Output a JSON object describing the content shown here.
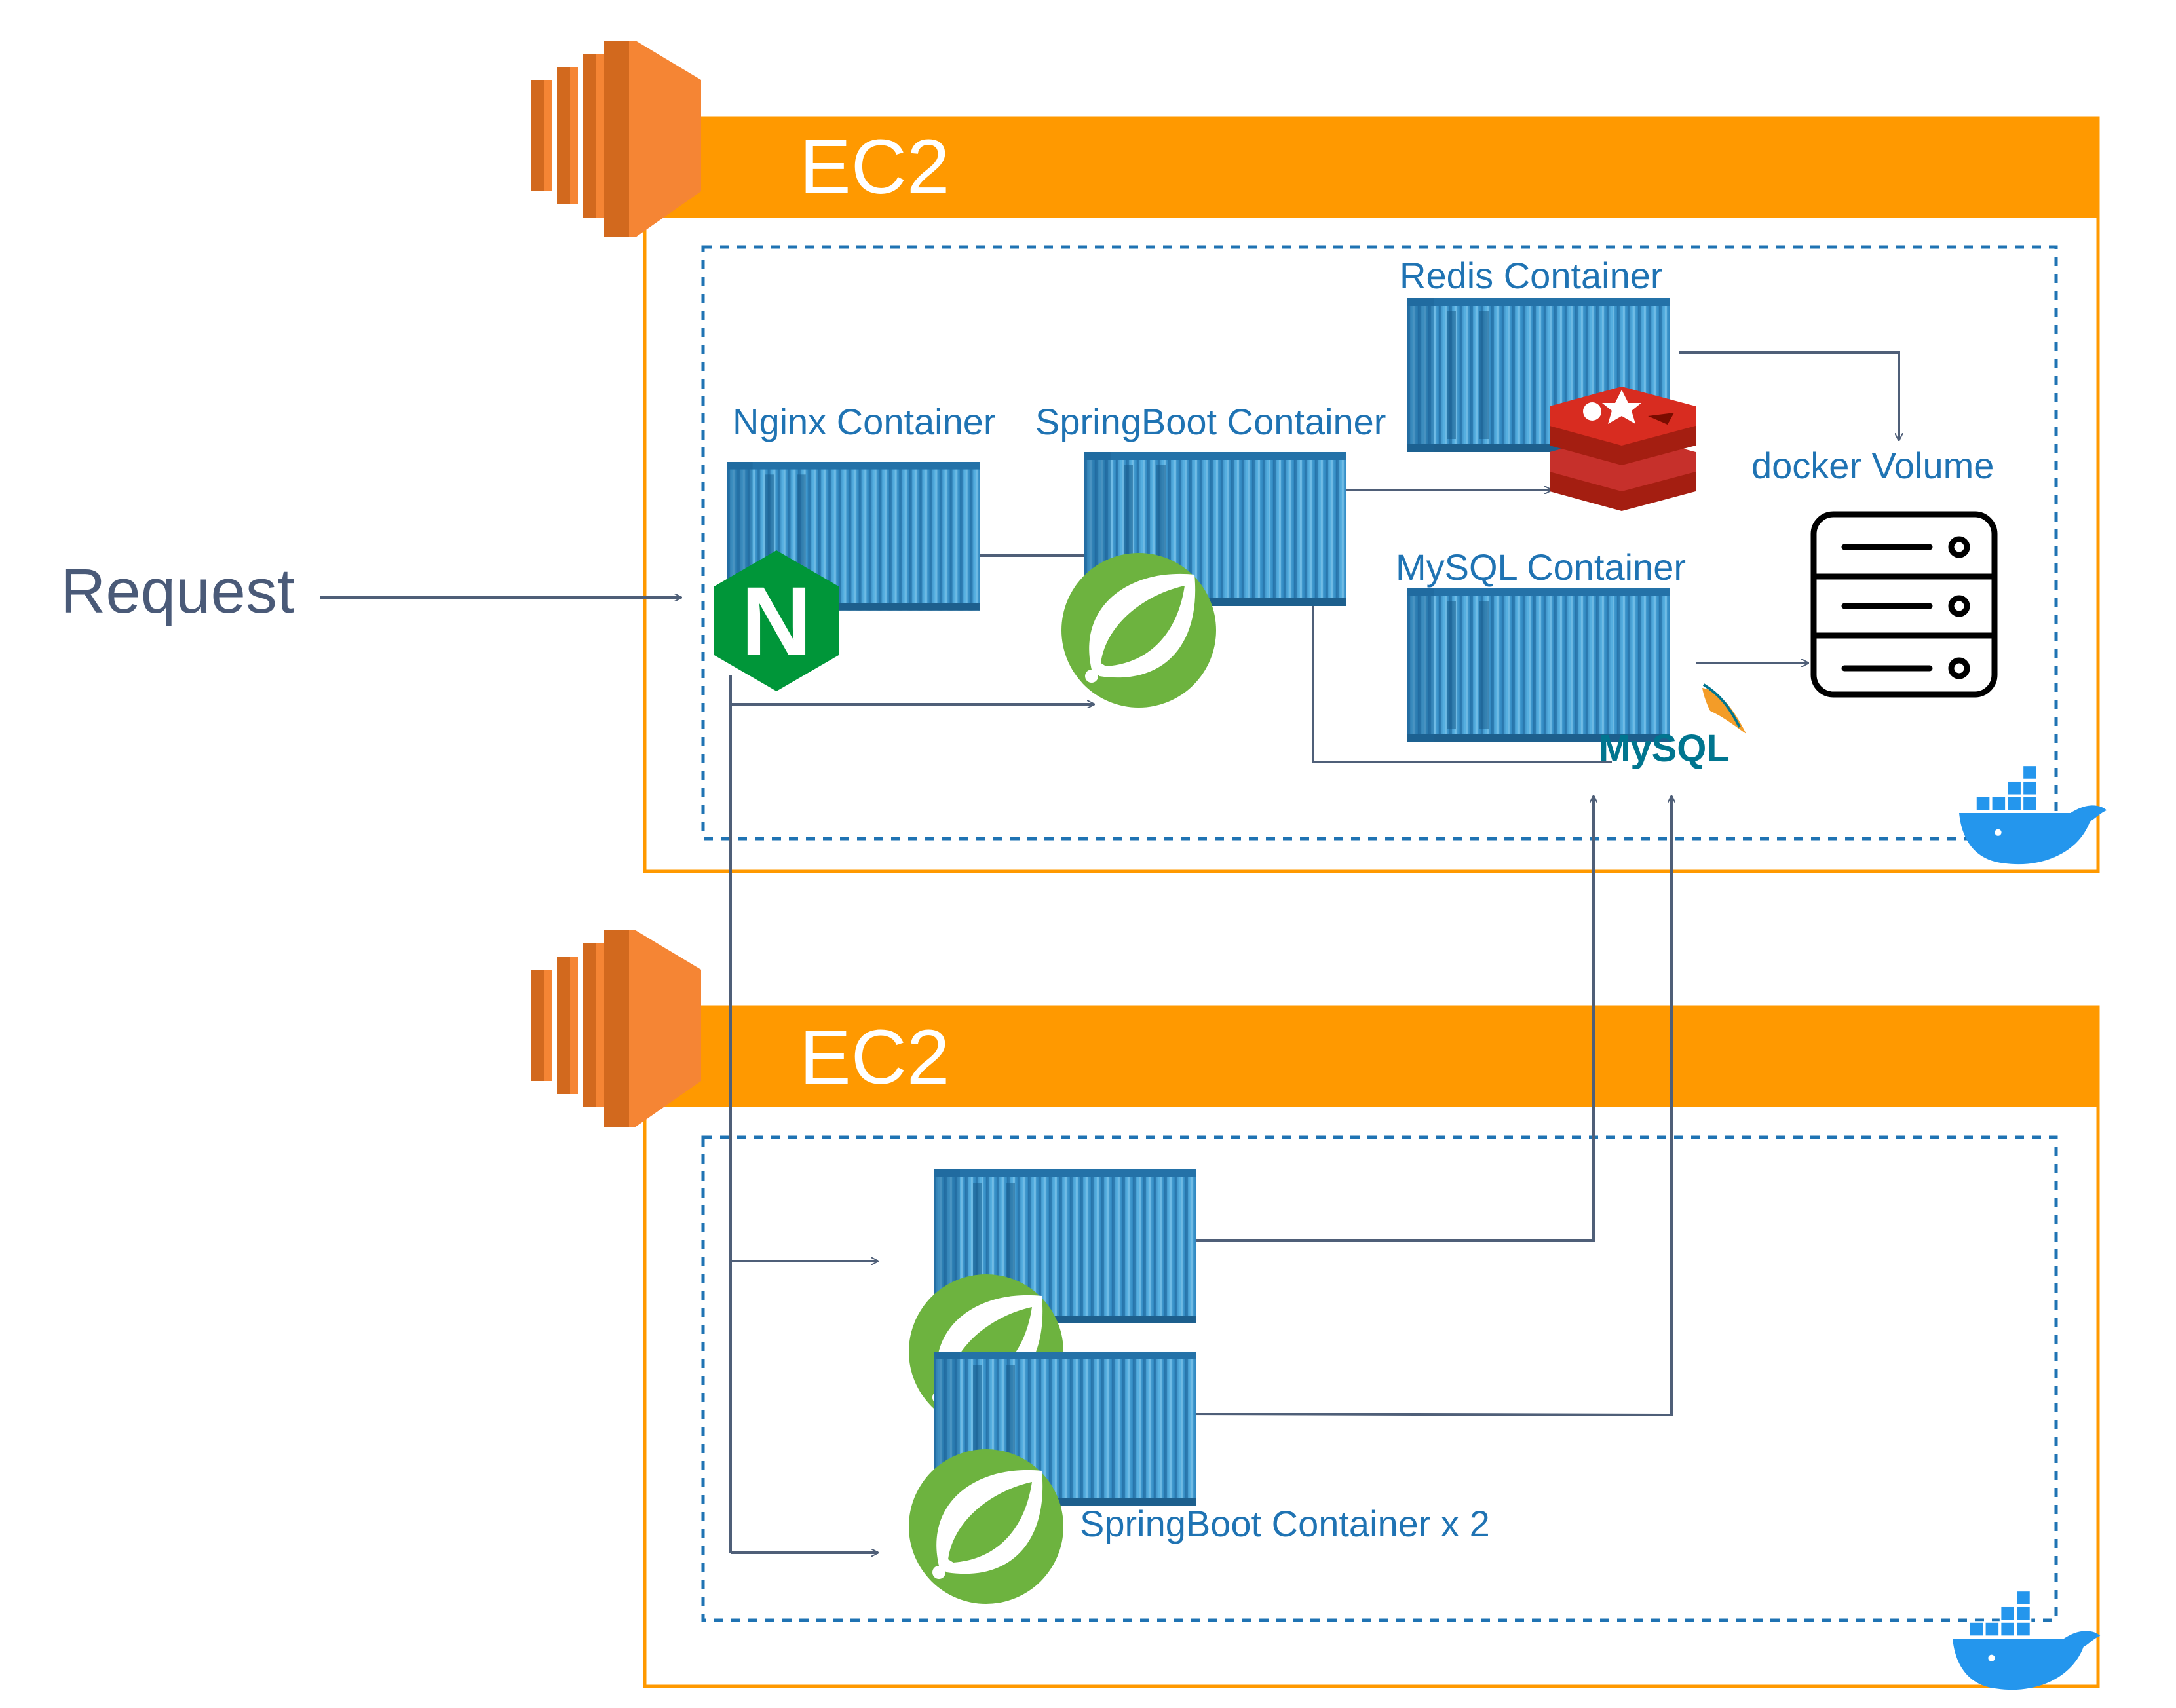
{
  "request_label": "Request",
  "ec2_top": {
    "title": "EC2"
  },
  "ec2_bottom": {
    "title": "EC2"
  },
  "containers": {
    "nginx": "Nginx Container",
    "springboot": "SpringBoot Container",
    "redis": "Redis Container",
    "mysql": "MySQL Container",
    "volume": "docker Volume",
    "springboot_x2": "SpringBoot Container x 2"
  },
  "logos": {
    "nginx": "N",
    "mysql": "MySQL"
  },
  "colors": {
    "ec2_orange": "#FF9900",
    "ec2_icon": "#F58534",
    "container_blue": "#3E9BD1",
    "label_blue": "#1F73B3",
    "arrow": "#4F5F78",
    "spring_green": "#6DB33F",
    "redis_red": "#C6302B",
    "nginx_green": "#009639",
    "docker_blue": "#2496ED"
  }
}
